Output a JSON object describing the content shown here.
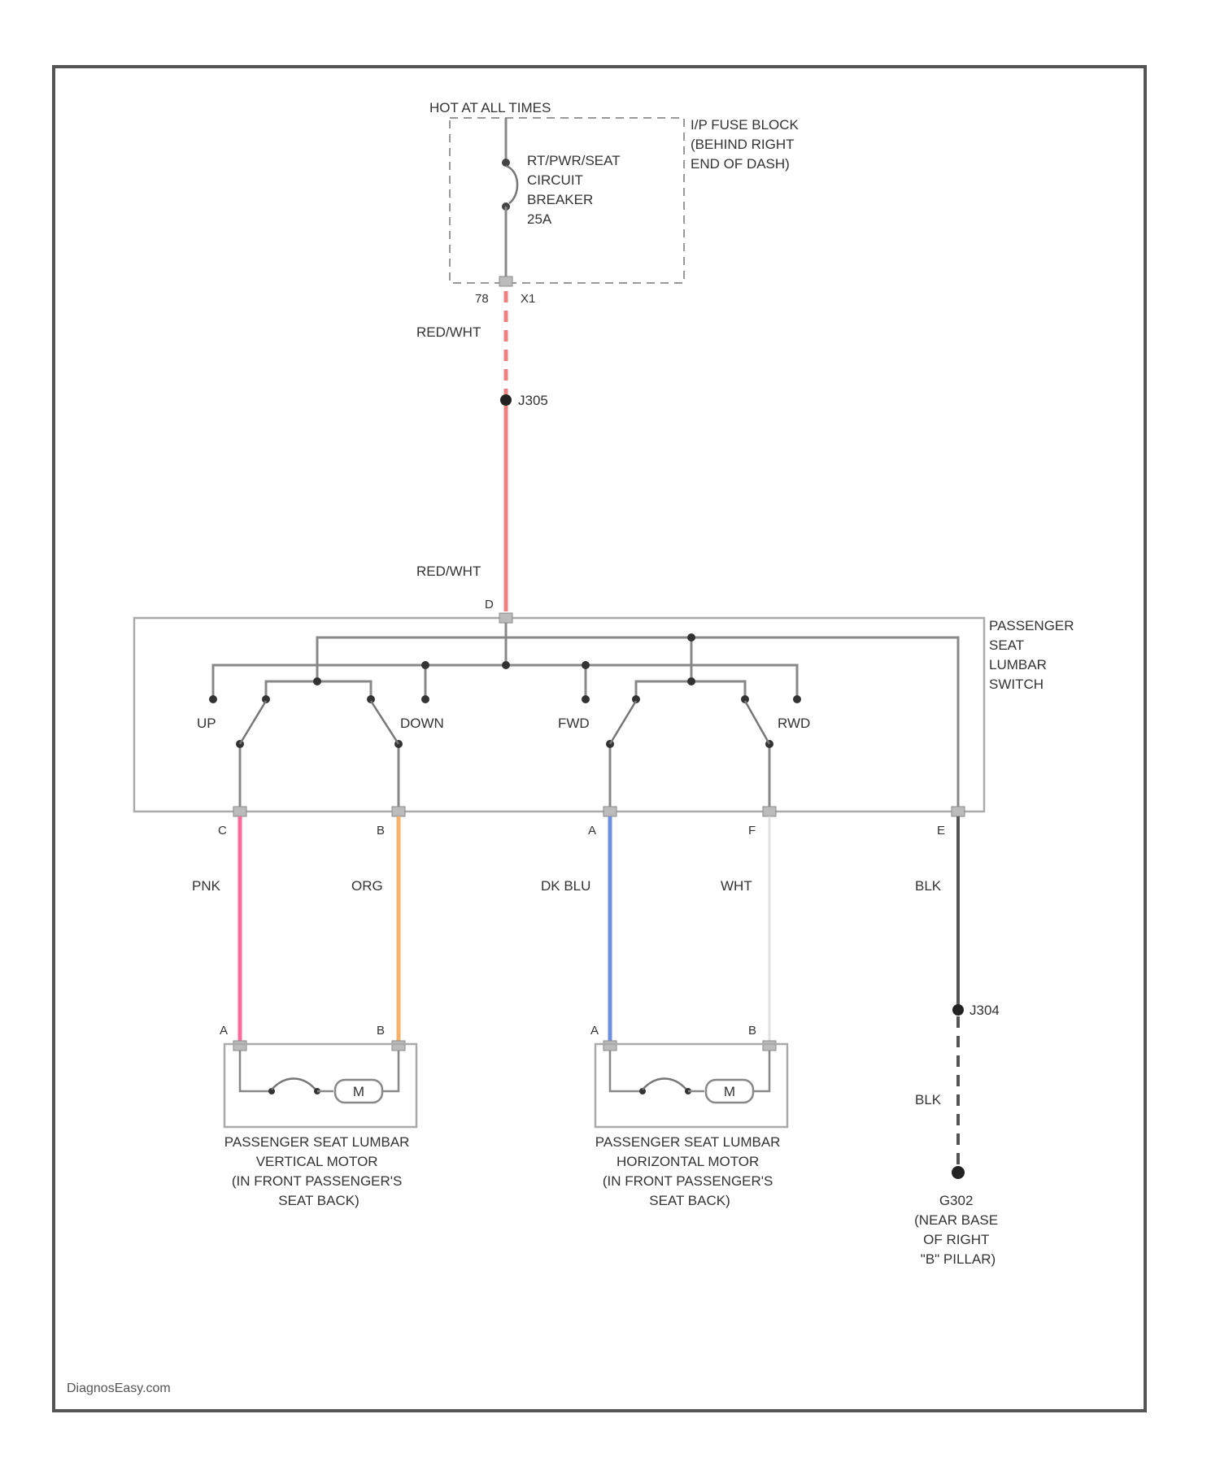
{
  "fuse_block": {
    "hot_label": "HOT AT ALL TIMES",
    "block_label": [
      "I/P FUSE BLOCK",
      "(BEHIND RIGHT",
      "END OF DASH)"
    ],
    "breaker_label": [
      "RT/PWR/SEAT",
      "CIRCUIT",
      "BREAKER",
      "25A"
    ],
    "pin_left": "78",
    "pin_right": "X1"
  },
  "wires": {
    "feed_upper": "RED/WHT",
    "feed_lower": "RED/WHT",
    "splice_top": "J305",
    "pnk": "PNK",
    "org": "ORG",
    "dk_blu": "DK BLU",
    "wht": "WHT",
    "blk_upper": "BLK",
    "blk_lower": "BLK",
    "splice_bottom": "J304"
  },
  "switch": {
    "label": [
      "PASSENGER",
      "SEAT",
      "LUMBAR",
      "SWITCH"
    ],
    "top_pin": "D",
    "up": "UP",
    "down": "DOWN",
    "fwd": "FWD",
    "rwd": "RWD",
    "pins": [
      "C",
      "B",
      "A",
      "F",
      "E"
    ]
  },
  "motors": [
    {
      "symbol": "M",
      "pin_a": "A",
      "pin_b": "B",
      "label": [
        "PASSENGER SEAT LUMBAR",
        "VERTICAL MOTOR",
        "(IN FRONT PASSENGER'S",
        "SEAT BACK)"
      ]
    },
    {
      "symbol": "M",
      "pin_a": "A",
      "pin_b": "B",
      "label": [
        "PASSENGER SEAT LUMBAR",
        "HORIZONTAL MOTOR",
        "(IN FRONT PASSENGER'S",
        "SEAT BACK)"
      ]
    }
  ],
  "ground": {
    "label": [
      "G302",
      "(NEAR BASE",
      "OF RIGHT",
      "\"B\" PILLAR)"
    ]
  },
  "watermark": "DiagnosEasy.com",
  "colors": {
    "red_wht": "#f08080",
    "pnk": "#ff6b9a",
    "org": "#f6b26b",
    "dk_blu": "#6f8fe0",
    "wht": "#e0e0e0",
    "blk": "#555555",
    "line": "#7a7a7a"
  }
}
